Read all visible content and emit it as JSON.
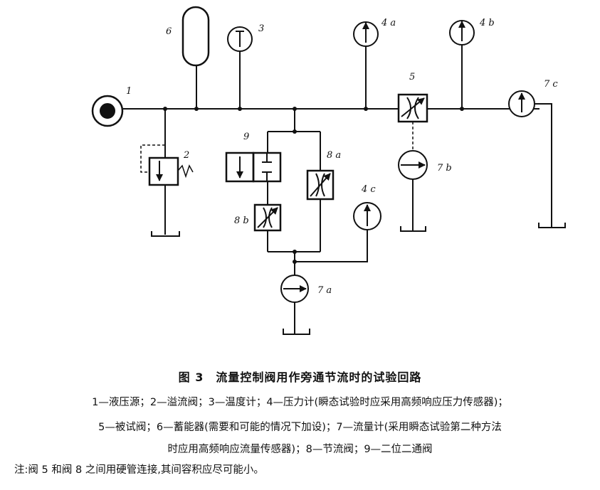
{
  "labels": {
    "c1": "1",
    "c2": "2",
    "c3": "3",
    "c4a": "4 a",
    "c4b": "4 b",
    "c4c": "4 c",
    "c5": "5",
    "c6": "6",
    "c7a": "7 a",
    "c7b": "7 b",
    "c7c": "7 c",
    "c8a": "8 a",
    "c8b": "8 b",
    "c9": "9"
  },
  "caption": {
    "title": "图 3　流量控制阀用作旁通节流时的试验回路",
    "legend_line1": "1—液压源；2—溢流阀；3—温度计；4—压力计(瞬态试验时应采用高频响应压力传感器)；",
    "legend_line2": "5—被试阀；6—蓄能器(需要和可能的情况下加设)；7—流量计(采用瞬态试验第二种方法",
    "legend_line3": "时应用高频响应流量传感器)；8—节流阀；9—二位二通阀",
    "note": "注:阀 5 和阀 8 之间用硬管连接,其间容积应尽可能小。"
  }
}
